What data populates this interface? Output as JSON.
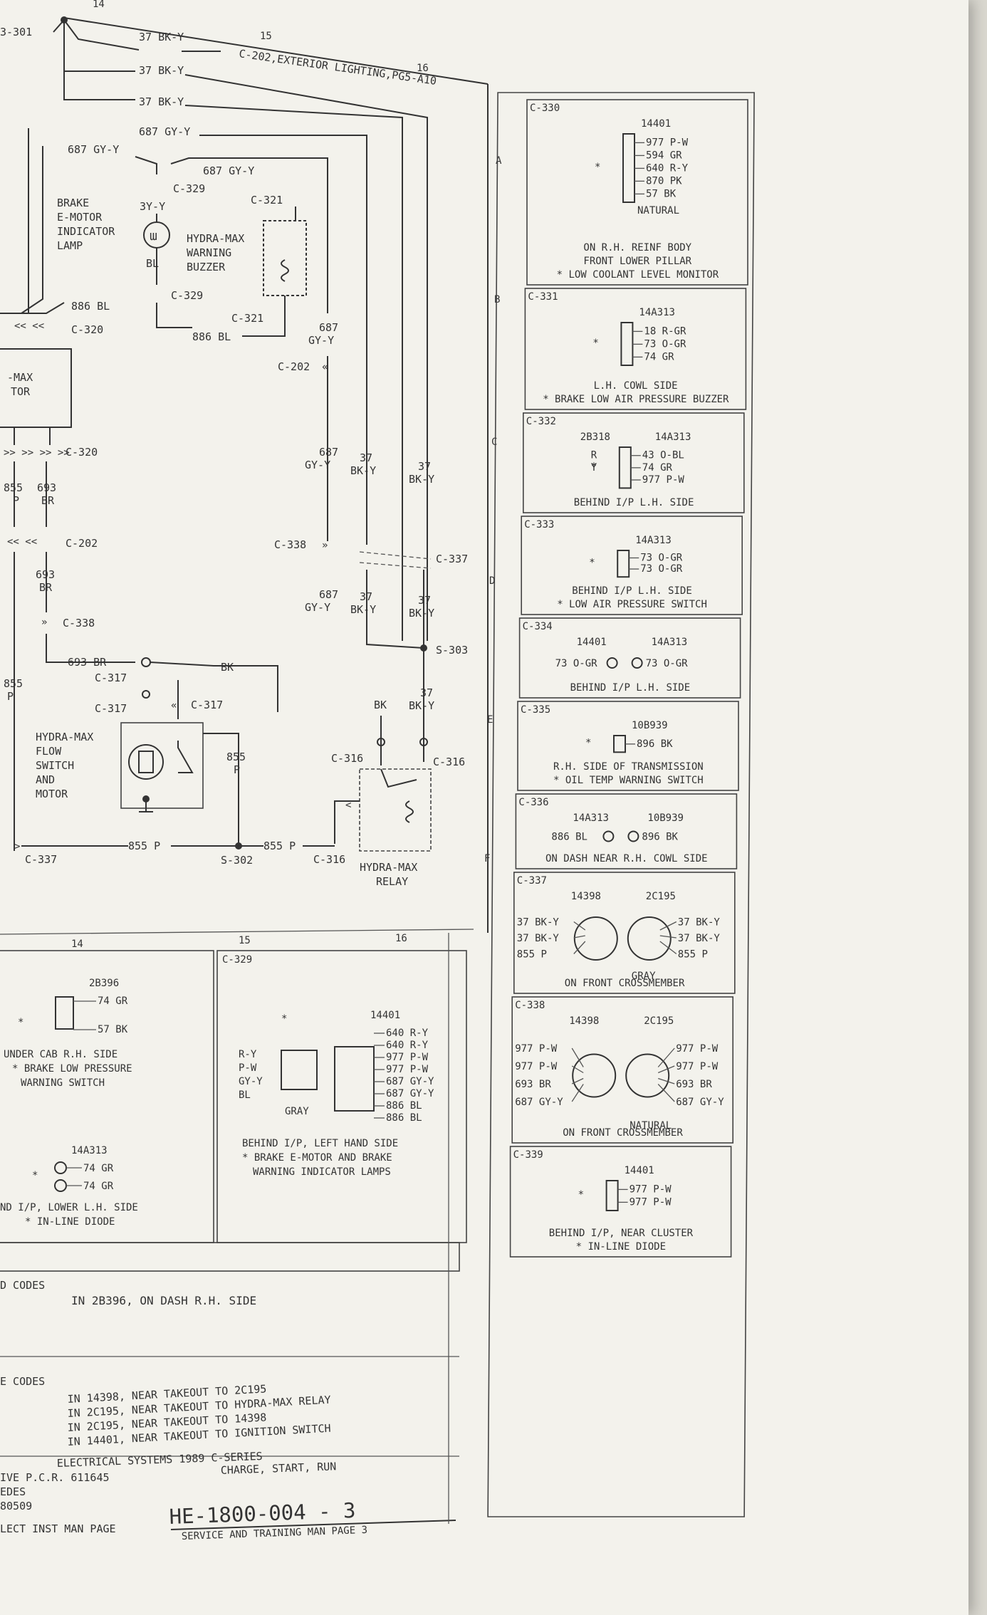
{
  "schematic": {
    "top_wires": [
      "37 BK-Y",
      "37 BK-Y",
      "37 BK-Y"
    ],
    "top_left_ref": "3-301",
    "grid_top": [
      "14",
      "15",
      "16"
    ],
    "grid_mid": [
      "14",
      "15",
      "16"
    ],
    "zones": [
      "A",
      "B",
      "C",
      "D",
      "E",
      "F"
    ],
    "exterior_ref": "C-202,EXTERIOR LIGHTING,PG5-A10",
    "brake_lamp_label": [
      "BRAKE",
      "E-MOTOR",
      "INDICATOR",
      "LAMP"
    ],
    "buzzer_label": [
      "HYDRA-MAX",
      "WARNING",
      "BUZZER"
    ],
    "flow_switch_label": [
      "HYDRA-MAX",
      "FLOW",
      "SWITCH",
      "AND",
      "MOTOR"
    ],
    "relay_label": [
      "HYDRA-MAX",
      "RELAY"
    ],
    "motor_partial_label": [
      "-MAX",
      "TOR"
    ],
    "labels": {
      "w687gy_top": "687 GY-Y",
      "w687gy_left": "687 GY-Y",
      "w687gy_mid": "687 GY-Y",
      "c329a": "C-329",
      "c321a": "C-321",
      "w3y": "3Y-Y",
      "wbl": "BL",
      "c329b": "C-329",
      "w886bl_a": "886 BL",
      "c320a": "C-320",
      "w886bl_b": "886 BL",
      "c321b": "C-321",
      "w687_v1": "687",
      "w687_v1b": "GY-Y",
      "c202a": "C-202",
      "c320b": "C-320",
      "w855": "855",
      "w855p": "P",
      "w693": "693",
      "w693br": "BR",
      "c202b": "C-202",
      "w687_v2": "687",
      "w687_v2b": "GY-Y",
      "w37_v1": "37",
      "w37_v1b": "BK-Y",
      "w37_v2": "37",
      "w37_v2b": "BK-Y",
      "c338a": "C-338",
      "c337a": "C-337",
      "w693b": "693",
      "w693bb": "BR",
      "c338b": "C-338",
      "w687_v3": "687",
      "w687_v3b": "GY-Y",
      "w37_v3": "37",
      "w37_v3b": "BK-Y",
      "w37_v4": "37",
      "w37_v4b": "BK-Y",
      "s303": "S-303",
      "w693c": "693 BR",
      "wbk": "BK",
      "c317a": "C-317",
      "w855l": "855",
      "w855lp": "P",
      "c317b": "C-317",
      "c317c": "C-317",
      "wbk2": "BK",
      "w37_v5": "37",
      "w37_v5b": "BK-Y",
      "w855b": "855",
      "w855bp": "P",
      "c316a": "C-316",
      "c316b": "C-316",
      "c337b": "C-337",
      "w855c": "855 P",
      "s302": "S-302",
      "w855d": "855 P",
      "c316c": "C-316"
    }
  },
  "connectors_right": [
    {
      "id": "C-330",
      "part": "14401",
      "wires": [
        "977 P-W",
        "594 GR",
        "640 R-Y",
        "870 PK",
        "57 BK"
      ],
      "note": "NATURAL",
      "desc": [
        "ON R.H. REINF BODY",
        "FRONT LOWER PILLAR",
        "* LOW COOLANT LEVEL MONITOR"
      ]
    },
    {
      "id": "C-331",
      "part": "14A313",
      "wires": [
        "18 R-GR",
        "73 O-GR",
        "74 GR"
      ],
      "desc": [
        "L.H. COWL SIDE",
        "* BRAKE LOW AIR PRESSURE BUZZER"
      ]
    },
    {
      "id": "C-332",
      "part_a": "2B318",
      "part_b": "14A313",
      "left_wires": [
        "R",
        "Y"
      ],
      "wires": [
        "43 O-BL",
        "74 GR",
        "977 P-W"
      ],
      "desc": [
        "BEHIND I/P L.H. SIDE"
      ]
    },
    {
      "id": "C-333",
      "part": "14A313",
      "wires": [
        "73 O-GR",
        "73 O-GR"
      ],
      "desc": [
        "BEHIND I/P L.H. SIDE",
        "* LOW AIR PRESSURE SWITCH"
      ]
    },
    {
      "id": "C-334",
      "part_a": "14401",
      "part_b": "14A313",
      "left_wire": "73 O-GR",
      "right_wire": "73 O-GR",
      "desc": [
        "BEHIND I/P L.H. SIDE"
      ]
    },
    {
      "id": "C-335",
      "part": "10B939",
      "wires": [
        "896 BK"
      ],
      "desc": [
        "R.H. SIDE OF TRANSMISSION",
        "* OIL TEMP WARNING SWITCH"
      ]
    },
    {
      "id": "C-336",
      "part_a": "14A313",
      "part_b": "10B939",
      "left_wire": "886 BL",
      "right_wire": "896 BK",
      "desc": [
        "ON DASH NEAR R.H. COWL SIDE"
      ]
    },
    {
      "id": "C-337",
      "part_a": "14398",
      "part_b": "2C195",
      "left_wires": [
        "37 BK-Y",
        "37 BK-Y",
        "855 P"
      ],
      "right_wires": [
        "37 BK-Y",
        "37 BK-Y",
        "855 P"
      ],
      "note": "GRAY",
      "desc": [
        "ON FRONT CROSSMEMBER"
      ]
    },
    {
      "id": "C-338",
      "part_a": "14398",
      "part_b": "2C195",
      "left_wires": [
        "977 P-W",
        "977 P-W",
        "693 BR",
        "687 GY-Y"
      ],
      "right_wires": [
        "977 P-W",
        "977 P-W",
        "693 BR",
        "687 GY-Y"
      ],
      "note": "NATURAL",
      "desc": [
        "ON FRONT CROSSMEMBER"
      ]
    },
    {
      "id": "C-339",
      "part": "14401",
      "wires": [
        "977 P-W",
        "977 P-W"
      ],
      "desc": [
        "BEHIND I/P, NEAR CLUSTER",
        "* IN-LINE DIODE"
      ]
    }
  ],
  "connectors_bottom": [
    {
      "id": "",
      "part": "2B396",
      "wires": [
        "74 GR",
        "57 BK"
      ],
      "desc": [
        "UNDER CAB R.H. SIDE",
        "* BRAKE LOW PRESSURE",
        "WARNING SWITCH"
      ]
    },
    {
      "id": "C-329",
      "part": "14401",
      "left_wires": [
        "R-Y",
        "P-W",
        "GY-Y",
        "BL"
      ],
      "wires": [
        "640 R-Y",
        "640 R-Y",
        "977 P-W",
        "977 P-W",
        "687 GY-Y",
        "687 GY-Y",
        "886 BL",
        "886 BL"
      ],
      "note": "GRAY",
      "desc": [
        "BEHIND I/P, LEFT HAND SIDE",
        "* BRAKE E-MOTOR AND BRAKE",
        "WARNING INDICATOR LAMPS"
      ]
    },
    {
      "id": "",
      "part": "14A313",
      "wires": [
        "74 GR",
        "74 GR"
      ],
      "desc": [
        "ND I/P, LOWER L.H. SIDE",
        "* IN-LINE DIODE"
      ]
    }
  ],
  "codes_1": {
    "header": "D CODES",
    "line": "IN 2B396, ON DASH R.H. SIDE"
  },
  "codes_2": {
    "header": "E CODES",
    "lines": [
      "IN 14398, NEAR TAKEOUT TO 2C195",
      "IN 2C195, NEAR TAKEOUT TO HYDRA-MAX RELAY",
      "IN 2C195, NEAR TAKEOUT TO 14398",
      "IN 14401, NEAR TAKEOUT TO IGNITION SWITCH"
    ]
  },
  "title_block": {
    "line1": "ELECTRICAL SYSTEMS 1989 C-SERIES",
    "line2": "CHARGE, START, RUN",
    "pcr": "IVE P.C.R. 611645",
    "edes": "EDES",
    "num": "80509",
    "elect": "LECT INST MAN  PAGE",
    "page_no": "HE-1800-004 - 3",
    "service": "SERVICE AND TRAINING MAN PAGE 3"
  }
}
